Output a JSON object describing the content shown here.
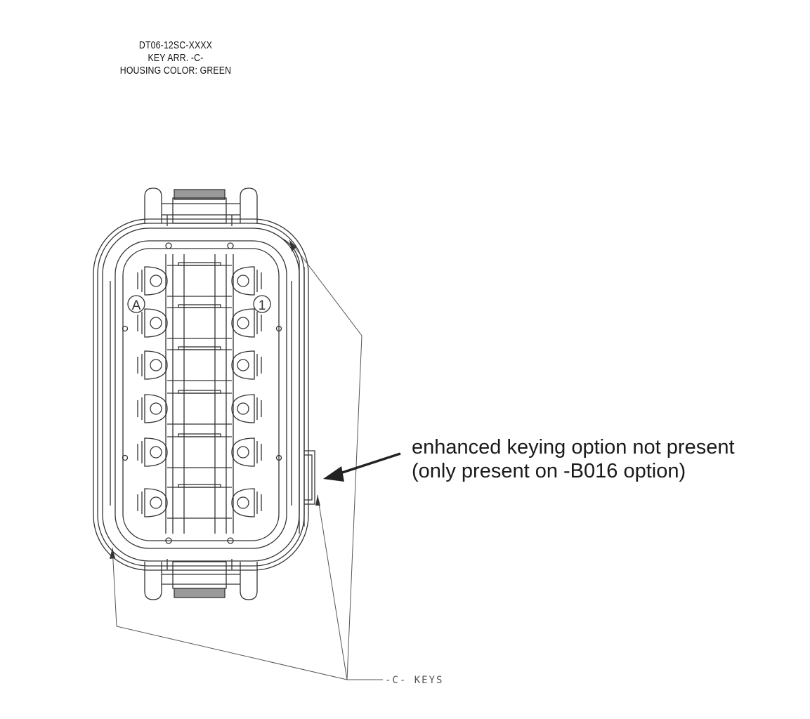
{
  "title_block": {
    "part_number": "DT06-12SC-XXXX",
    "key_arrangement": "KEY ARR. -C-",
    "housing_color": "HOUSING COLOR: GREEN"
  },
  "cavity_labels": {
    "left_column": "A",
    "right_column": "1"
  },
  "callout": {
    "line1": "enhanced keying option not present",
    "line2": "(only present on -B016 option)"
  },
  "keys_label": "-C- KEYS",
  "colors": {
    "line": "#333333",
    "tab_fill": "#9a9a9a",
    "arrow": "#222222"
  }
}
